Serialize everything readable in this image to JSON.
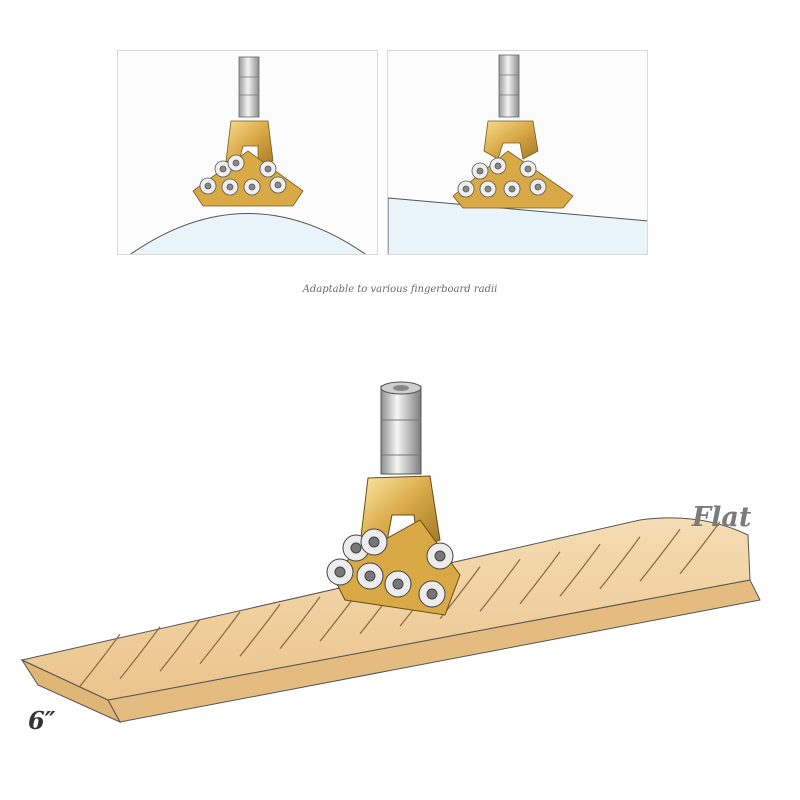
{
  "caption": "Adaptable to various fingerboard radii",
  "labels": {
    "flat": "Flat",
    "radius": "6″"
  },
  "colors": {
    "brass": "#d6a84a",
    "brass_dark": "#9c7324",
    "brass_light": "#f2d88e",
    "wood": "#f0cfa0",
    "wood_edge": "#d7ae74",
    "steel": "#d7d7d7",
    "fingerboard_panel": "#eaf4fb"
  }
}
